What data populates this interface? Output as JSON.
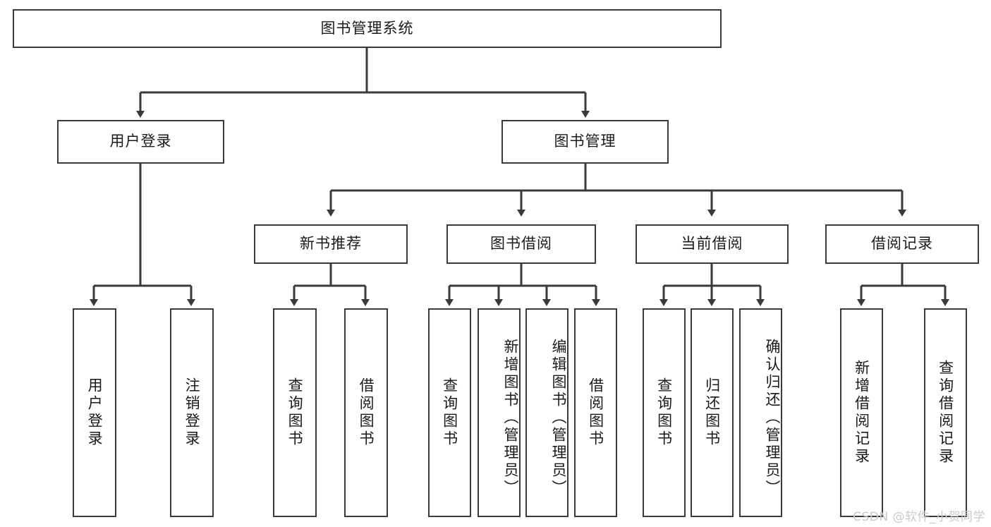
{
  "diagram": {
    "title": "图书管理系统",
    "watermark": "CSDN @软件_小贺同学",
    "accent_border_color": "#3a3a3a",
    "background_color": "#ffffff",
    "text_color": "#1a1a1a",
    "watermark_color": "#c9c9c9"
  },
  "nodes": {
    "root": {
      "label": "图书管理系统"
    },
    "level1": [
      {
        "label": "用户登录"
      },
      {
        "label": "图书管理"
      }
    ],
    "level2": [
      {
        "label": "新书推荐"
      },
      {
        "label": "图书借阅"
      },
      {
        "label": "当前借阅"
      },
      {
        "label": "借阅记录"
      }
    ],
    "leaves": {
      "user_login": [
        {
          "label": "用户登录"
        },
        {
          "label": "注销登录"
        }
      ],
      "new_book_recommend": [
        {
          "label": "查询图书"
        },
        {
          "label": "借阅图书"
        }
      ],
      "book_borrow": [
        {
          "label": "查询图书"
        },
        {
          "label": "新增图书（管理员）"
        },
        {
          "label": "编辑图书（管理员）"
        },
        {
          "label": "借阅图书"
        }
      ],
      "current_borrow": [
        {
          "label": "查询图书"
        },
        {
          "label": "归还图书"
        },
        {
          "label": "确认归还（管理员）"
        }
      ],
      "borrow_record": [
        {
          "label": "新增借阅记录"
        },
        {
          "label": "查询借阅记录"
        }
      ]
    }
  }
}
